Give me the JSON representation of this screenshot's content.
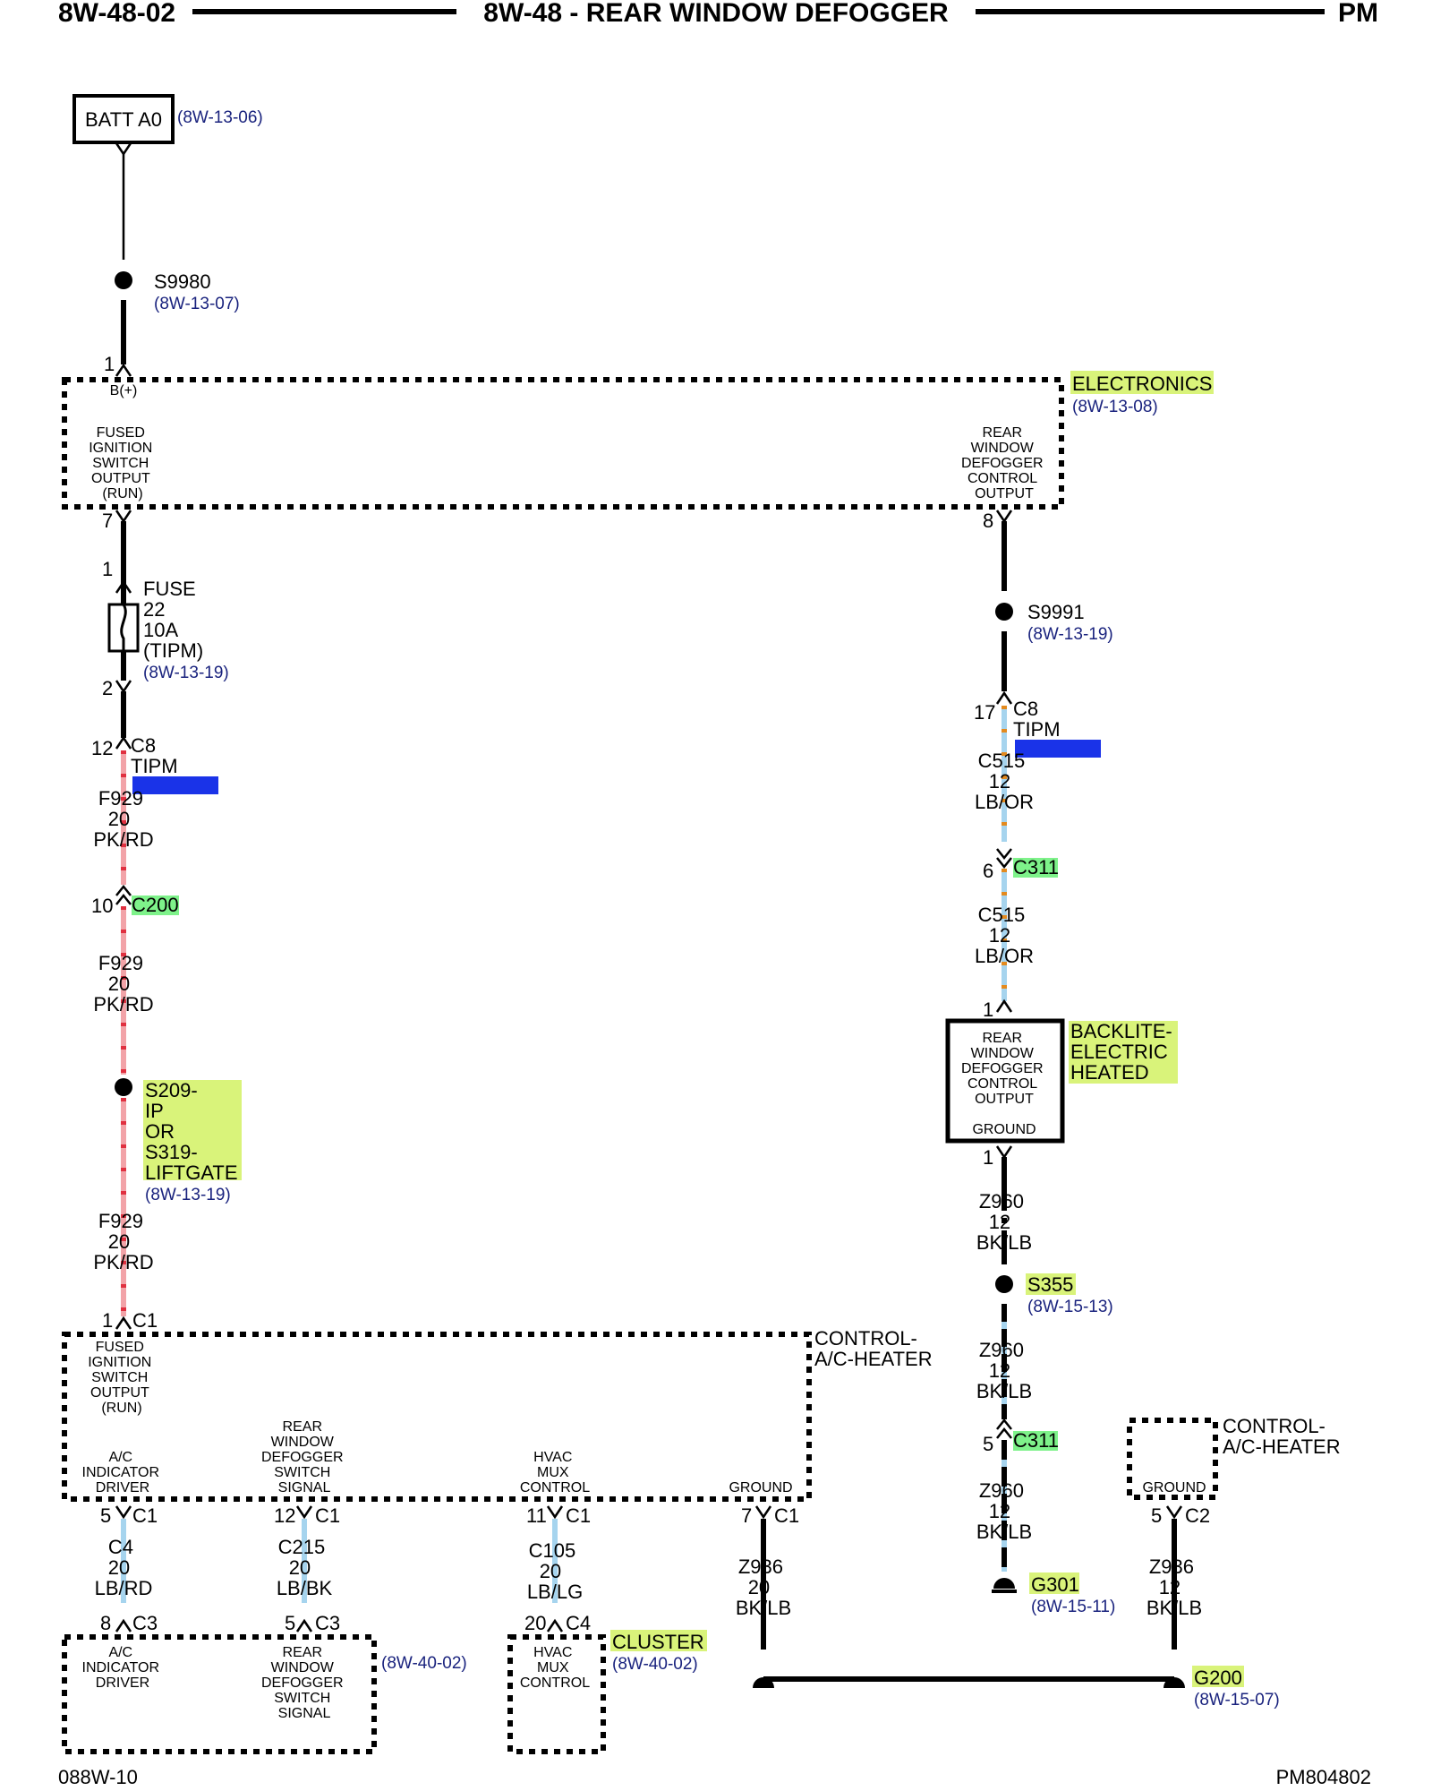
{
  "header": {
    "left": "8W-48-02",
    "title": "8W-48 - REAR WINDOW DEFOGGER",
    "right": "PM"
  },
  "footer": {
    "left": "088W-10",
    "right": "PM804802"
  },
  "batt": {
    "label": "BATT A0",
    "ref": "(8W-13-06)"
  },
  "splice_s9980": {
    "label": "S9980",
    "ref": "(8W-13-07)"
  },
  "electronics": {
    "name": "ELECTRONICS",
    "ref": "(8W-13-08)",
    "pin_in": "1",
    "pin_in_label": "B(+)",
    "left_block": [
      "FUSED",
      "IGNITION",
      "SWITCH",
      "OUTPUT",
      "(RUN)"
    ],
    "left_pin": "7",
    "right_block": [
      "REAR",
      "WINDOW",
      "DEFOGGER",
      "CONTROL",
      "OUTPUT"
    ],
    "right_pin": "8"
  },
  "fuse": {
    "pin_top": "1",
    "pin_bottom": "2",
    "lines": [
      "FUSE",
      "22",
      "10A",
      "(TIPM)"
    ],
    "ref": "(8W-13-19)"
  },
  "left_chain": {
    "c8_pin": "12",
    "c8_label": "C8",
    "tipm": "TIPM",
    "wire1": [
      "F929",
      "20",
      "PK/RD"
    ],
    "c200_pin": "10",
    "c200_label": "C200",
    "wire2": [
      "F929",
      "20",
      "PK/RD"
    ],
    "splice": [
      "S209-",
      "IP",
      "OR",
      "S319-",
      "LIFTGATE"
    ],
    "splice_ref": "(8W-13-19)",
    "wire3": [
      "F929",
      "20",
      "PK/RD"
    ],
    "c1_pin": "1",
    "c1_label": "C1"
  },
  "right_chain": {
    "s9991": "S9991",
    "s9991_ref": "(8W-13-19)",
    "c8_pin": "17",
    "c8_label": "C8",
    "tipm": "TIPM",
    "wire1": [
      "C515",
      "12",
      "LB/OR"
    ],
    "c311_pin": "6",
    "c311_label": "C311",
    "wire2": [
      "C515",
      "12",
      "LB/OR"
    ],
    "backlite_pin_top": "1",
    "backlite_block": [
      "REAR",
      "WINDOW",
      "DEFOGGER",
      "CONTROL",
      "OUTPUT"
    ],
    "backlite_ground": "GROUND",
    "backlite_name": [
      "BACKLITE-",
      "ELECTRIC",
      "HEATED"
    ],
    "backlite_pin_bottom": "1",
    "wire3": [
      "Z960",
      "12",
      "BK/LB"
    ],
    "s355": "S355",
    "s355_ref": "(8W-15-13)",
    "wire4": [
      "Z960",
      "12",
      "BK/LB"
    ],
    "c311b_pin": "5",
    "c311b_label": "C311",
    "wire5": [
      "Z960",
      "12",
      "BK/LB"
    ],
    "g301": "G301",
    "g301_ref": "(8W-15-11)"
  },
  "control_hvac": {
    "name": [
      "CONTROL-",
      "A/C-HEATER"
    ],
    "fused_block": [
      "FUSED",
      "IGNITION",
      "SWITCH",
      "OUTPUT",
      "(RUN)"
    ],
    "ac_block": [
      "A/C",
      "INDICATOR",
      "DRIVER"
    ],
    "ac_pin": "5",
    "ac_conn": "C1",
    "rwd_block": [
      "REAR",
      "WINDOW",
      "DEFOGGER",
      "SWITCH",
      "SIGNAL"
    ],
    "rwd_pin": "12",
    "rwd_conn": "C1",
    "hvac_block": [
      "HVAC",
      "MUX",
      "CONTROL"
    ],
    "hvac_pin": "11",
    "hvac_conn": "C1",
    "ground_label": "GROUND",
    "ground_pin": "7",
    "ground_conn": "C1"
  },
  "control_hvac2": {
    "name": [
      "CONTROL-",
      "A/C-HEATER"
    ],
    "ground_label": "GROUND",
    "pin": "5",
    "conn": "C2",
    "wire": [
      "Z936",
      "12",
      "BK/LB"
    ]
  },
  "bottom": {
    "wire_c4": [
      "C4",
      "20",
      "LB/RD"
    ],
    "wire_c215": [
      "C215",
      "20",
      "LB/BK"
    ],
    "wire_c105": [
      "C105",
      "20",
      "LB/LG"
    ],
    "wire_z936": [
      "Z936",
      "20",
      "BK/LB"
    ],
    "ac_pin": "8",
    "ac_conn": "C3",
    "rwd_pin": "5",
    "rwd_conn": "C3",
    "hvac_pin": "20",
    "hvac_conn": "C4",
    "module_ac": [
      "A/C",
      "INDICATOR",
      "DRIVER"
    ],
    "module_rwd": [
      "REAR",
      "WINDOW",
      "DEFOGGER",
      "SWITCH",
      "SIGNAL"
    ],
    "module_ref": "(8W-40-02)",
    "module_hvac": [
      "HVAC",
      "MUX",
      "CONTROL"
    ],
    "cluster": "CLUSTER",
    "cluster_ref": "(8W-40-02)",
    "g200": "G200",
    "g200_ref": "(8W-15-07)"
  }
}
